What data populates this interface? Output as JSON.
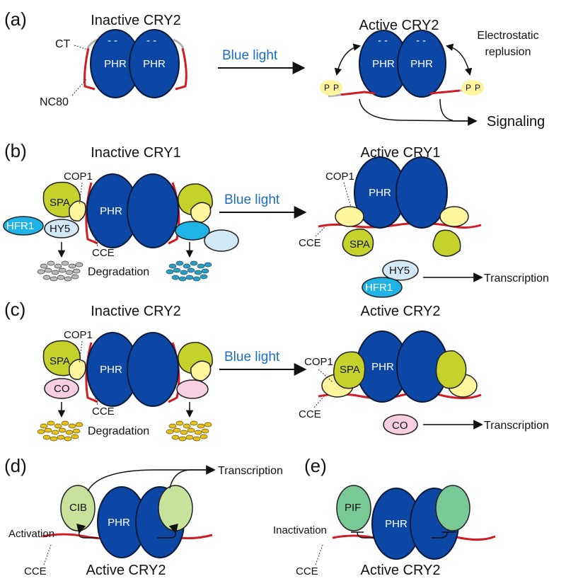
{
  "colors": {
    "phr": "#0d47a6",
    "outline": "#0a1a3a",
    "nc": "#d01c24",
    "cop1": "#fff59d",
    "spa": "#c6d22b",
    "hy5": "#d3e8f7",
    "hfr1": "#1fb3e6",
    "co": "#f8cfe0",
    "cib": "#c7e29a",
    "pif": "#79c996",
    "blue_text": "#1a6fc4",
    "co_deg": "#e8c21a",
    "hfr_deg": "#2a9fc6"
  },
  "panel_a": {
    "letter": "(a)",
    "left_title": "Inactive CRY2",
    "right_title": "Active CRY2",
    "ct": "CT",
    "nc80": "NC80",
    "phr": "PHR",
    "arrow": "Blue light",
    "electro1": "Electrostatic",
    "electro2": "replusion",
    "signaling": "Signaling",
    "minus": "- -",
    "p": "P"
  },
  "panel_b": {
    "letter": "(b)",
    "left_title": "Inactive CRY1",
    "right_title": "Active CRY1",
    "cop1": "COP1",
    "spa": "SPA",
    "hfr1": "HFR1",
    "hy5": "HY5",
    "phr": "PHR",
    "cce": "CCE",
    "degradation": "Degradation",
    "arrow": "Blue light",
    "transcription": "Transcription"
  },
  "panel_c": {
    "letter": "(c)",
    "left_title": "Inactive CRY2",
    "right_title": "Active CRY2",
    "cop1": "COP1",
    "spa": "SPA",
    "co": "CO",
    "phr": "PHR",
    "cce": "CCE",
    "degradation": "Degradation",
    "arrow": "Blue light",
    "transcription": "Transcription"
  },
  "panel_d": {
    "letter": "(d)",
    "cib": "CIB",
    "phr": "PHR",
    "activation": "Activation",
    "cce": "CCE",
    "title": "Active CRY2",
    "transcription": "Transcription"
  },
  "panel_e": {
    "letter": "(e)",
    "pif": "PIF",
    "phr": "PHR",
    "inactivation": "Inactivation",
    "cce": "CCE",
    "title": "Active CRY2"
  }
}
